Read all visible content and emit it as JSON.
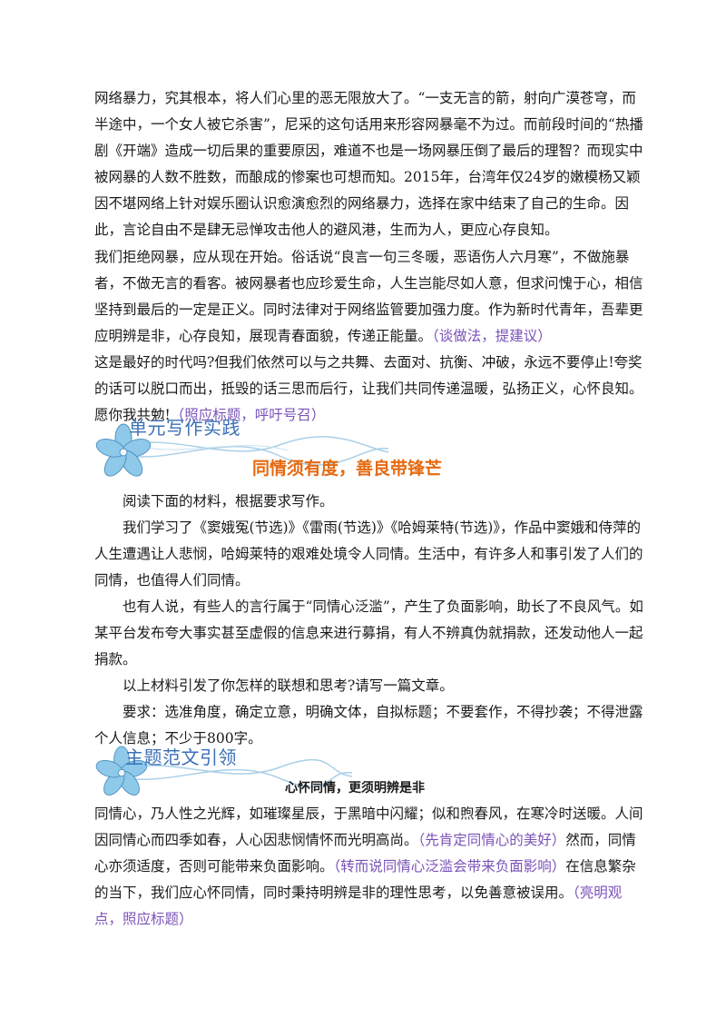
{
  "intro_paragraphs": [
    {
      "text": "网络暴力，究其根本，将人们心里的恶无限放大了。“一支无言的箭，射向广漠苍穹，而半途中，一个女人被它杀害”，尼采的这句话用来形容网暴毫不为过。而前段时间的“热播剧《开端》造成一切后果的重要原因，难道不也是一场网暴压倒了最后的理智？而现实中被网暴的人数不胜数，而酿成的惨案也可想而知。2015年，台湾年仅24岁的嫩模杨又颖因不堪网络上针对娱乐圈认识愈演愈烈的网络暴力，选择在家中结束了自己的生命。因此，言论自由不是肆无忌惮攻击他人的避风港，生而为人，更应心存良知。",
      "note": ""
    },
    {
      "text": "我们拒绝网暴，应从现在开始。俗话说“良言一句三冬暖，恶语伤人六月寒”，不做施暴者，不做无言的看客。被网暴者也应珍爱生命，人生岂能尽如人意，但求问愧于心，相信坚持到最后的一定是正义。同时法律对于网络监管要加强力度。作为新时代青年，吾辈更应明辨是非，心存良知，展现青春面貌，传递正能量。",
      "note": "（谈做法，提建议）"
    },
    {
      "text": "这是最好的时代吗?但我们依然可以与之共舞、去面对、抗衡、冲破，永远不要停止!夸奖的话可以脱口而出，抵毁的话三思而后行，让我们共同传递温暖，弘扬正义，心怀良知。愿你我共勉!",
      "note": "（照应标题，呼吁号召）"
    }
  ],
  "section1": {
    "title": "单元写作实践",
    "subtitle": "同情须有度，善良带锋芒",
    "paragraphs": [
      "阅读下面的材料，根据要求写作。",
      "我们学习了《窦娥冤(节选)》《雷雨(节选)》《哈姆莱特(节选)》，作品中窦娥和侍萍的人生遭遇让人悲悯，哈姆莱特的艰难处境令人同情。生活中，有许多人和事引发了人们的同情，也值得人们同情。",
      "也有人说，有些人的言行属于“同情心泛滥”，产生了负面影响，助长了不良风气。如某平台发布夸大事实甚至虚假的信息来进行募捐，有人不辨真伪就捐款，还发动他人一起捐款。",
      "以上材料引发了你怎样的联想和思考?请写一篇文章。",
      "要求：选准角度，确定立意，明确文体，自拟标题；不要套作，不得抄袭；不得泄露个人信息；不少于800字。"
    ]
  },
  "section2": {
    "title": "主题范文引领",
    "essay_title": "心怀同情，更须明辨是非",
    "essay_parts": [
      {
        "text": "同情心，乃人性之光辉，如璀璨星辰，于黑暗中闪耀；似和煦春风，在寒冷时送暖。人间因同情心而四季如春，人心因悲悯情怀而光明高尚。",
        "note": false
      },
      {
        "text": "（先肯定同情心的美好）",
        "note": true
      },
      {
        "text": "然而，同情心亦须适度，否则可能带来负面影响。",
        "note": false
      },
      {
        "text": "（转而说同情心泛滥会带来负面影响）",
        "note": true
      },
      {
        "text": "在信息繁杂的当下，我们应心怀同情，同时秉持明辨是非的理性思考，以免善意被误用。",
        "note": false
      },
      {
        "text": "（亮明观点，照应标题）",
        "note": true
      }
    ]
  },
  "colors": {
    "note_purple": "#7a52b8",
    "banner_blue": "#3b6fb6",
    "subtitle_orange": "#e66a10",
    "flower_blue": "#8ec9ea"
  },
  "icons": [
    "flower-icon",
    "wave-decoration"
  ]
}
